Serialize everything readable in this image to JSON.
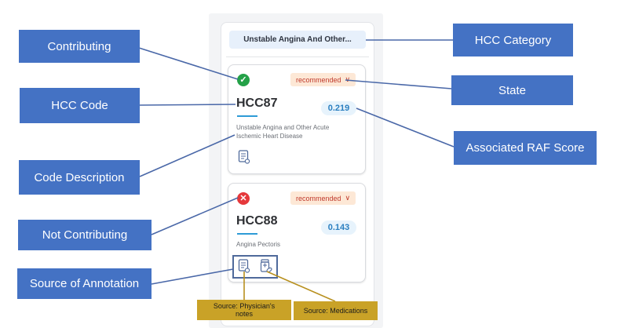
{
  "card_panel": {
    "category_pill": "Unstable Angina And Other...",
    "cards": [
      {
        "status": "contributing",
        "status_glyph": "✓",
        "state_label": "recommended",
        "code": "HCC87",
        "raf": "0.219",
        "description": [
          "Unstable Angina and Other Acute",
          "Ischemic Heart Disease"
        ],
        "source_icons": [
          "physician-notes-icon"
        ]
      },
      {
        "status": "not-contributing",
        "status_glyph": "✕",
        "state_label": "recommended",
        "code": "HCC88",
        "raf": "0.143",
        "description": [
          "Angina Pectoris"
        ],
        "source_icons": [
          "physician-notes-icon",
          "medications-icon"
        ]
      }
    ]
  },
  "callouts": {
    "contributing": "Contributing",
    "hcc_code": "HCC Code",
    "code_description": "Code Description",
    "not_contributing": "Not Contributing",
    "source_of_annotation": "Source of Annotation",
    "hcc_category": "HCC Category",
    "state": "State",
    "associated_raf_score": "Associated RAF Score",
    "source_physician_notes": [
      "Source: Physician's",
      "notes"
    ],
    "source_medications": "Source: Medications"
  },
  "colors": {
    "callout_fill": "#4472c4",
    "source_callout_fill": "#c9a227",
    "contributing_green": "#24a148",
    "not_contributing_red": "#e5383b",
    "raf_blue": "#2a7fc0",
    "state_fill": "#fde8d6"
  }
}
